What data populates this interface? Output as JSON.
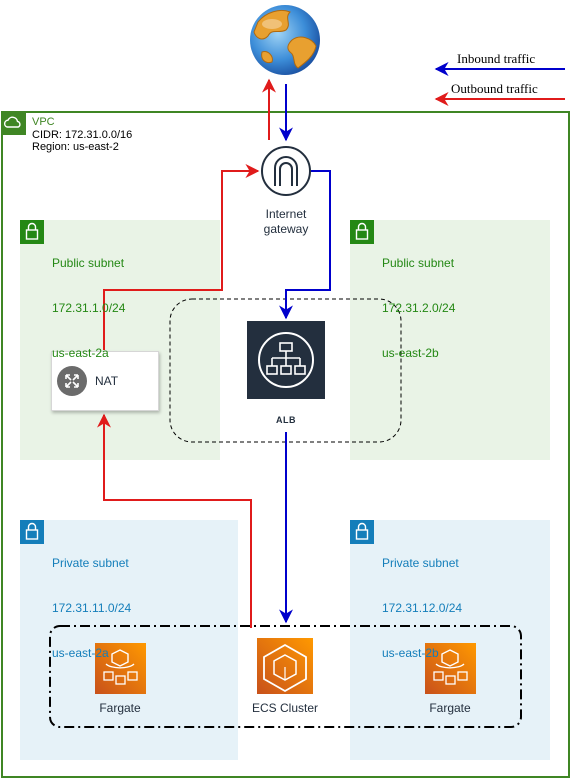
{
  "legend": {
    "inbound": "Inbound traffic",
    "outbound": "Outbound traffic",
    "inbound_color": "#0000CC",
    "outbound_color": "#E01B1B"
  },
  "vpc": {
    "title": "VPC",
    "cidr": "CIDR: 172.31.0.0/16",
    "region": "Region: us-east-2",
    "border_color": "#3F8624"
  },
  "internet_gateway": {
    "label_line1": "Internet",
    "label_line2": "gateway"
  },
  "public_subnets": [
    {
      "title": "Public subnet",
      "cidr": "172.31.1.0/24",
      "az": "us-east-2a"
    },
    {
      "title": "Public subnet",
      "cidr": "172.31.2.0/24",
      "az": "us-east-2b"
    }
  ],
  "private_subnets": [
    {
      "title": "Private subnet",
      "cidr": "172.31.11.0/24",
      "az": "us-east-2a"
    },
    {
      "title": "Private subnet",
      "cidr": "172.31.12.0/24",
      "az": "us-east-2b"
    }
  ],
  "nat": {
    "label": "NAT"
  },
  "alb": {
    "label": "ALB"
  },
  "ecs": {
    "cluster_label": "ECS Cluster",
    "fargate_left": "Fargate",
    "fargate_right": "Fargate"
  },
  "icons": {
    "globe": "globe-icon",
    "vpc": "vpc-cloud-icon",
    "gateway": "internet-gateway-icon",
    "lock": "lock-icon",
    "nat": "nat-gateway-icon",
    "alb": "load-balancer-icon",
    "ecs": "ecs-icon",
    "fargate": "fargate-icon"
  }
}
